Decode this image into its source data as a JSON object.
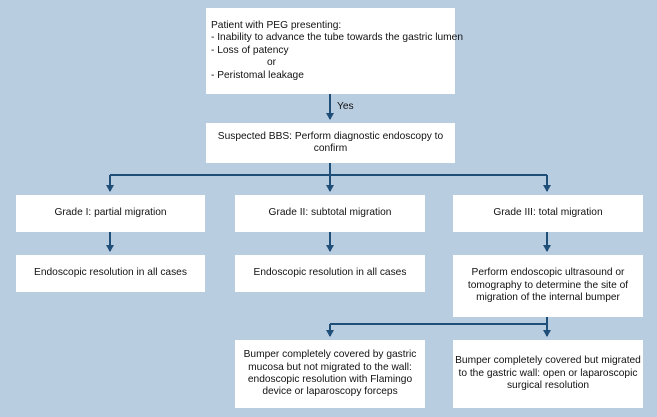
{
  "colors": {
    "background": "#b9cde0",
    "box": "#ffffff",
    "connector": "#1f4e79"
  },
  "edge_labels": {
    "yes": "Yes"
  },
  "nodes": {
    "start": {
      "lines": [
        "Patient with PEG presenting:",
        "- Inability to advance the tube towards the gastric lumen",
        "- Loss of patency",
        "or",
        "- Peristomal leakage"
      ]
    },
    "suspected": {
      "lines": [
        "Suspected BBS: Perform diagnostic endoscopy to",
        "confirm"
      ]
    },
    "grade1": {
      "lines": [
        "Grade I: partial migration"
      ]
    },
    "grade2": {
      "lines": [
        "Grade II: subtotal migration"
      ]
    },
    "grade3": {
      "lines": [
        "Grade III: total migration"
      ]
    },
    "res1": {
      "lines": [
        "Endoscopic resolution in all cases"
      ]
    },
    "res2": {
      "lines": [
        "Endoscopic resolution in all cases"
      ]
    },
    "eus": {
      "lines": [
        "Perform endoscopic ultrasound or",
        "tomography to determine the site of",
        "migration of the internal bumper"
      ]
    },
    "covered_not_migrated": {
      "lines": [
        "Bumper completely covered by gastric",
        "mucosa but not migrated to the wall:",
        "endoscopic resolution with Flamingo",
        "device or laparoscopy forceps"
      ]
    },
    "covered_migrated": {
      "lines": [
        "Bumper completely covered but migrated",
        "to the gastric wall: open or laparoscopic",
        "surgical resolution"
      ]
    }
  }
}
